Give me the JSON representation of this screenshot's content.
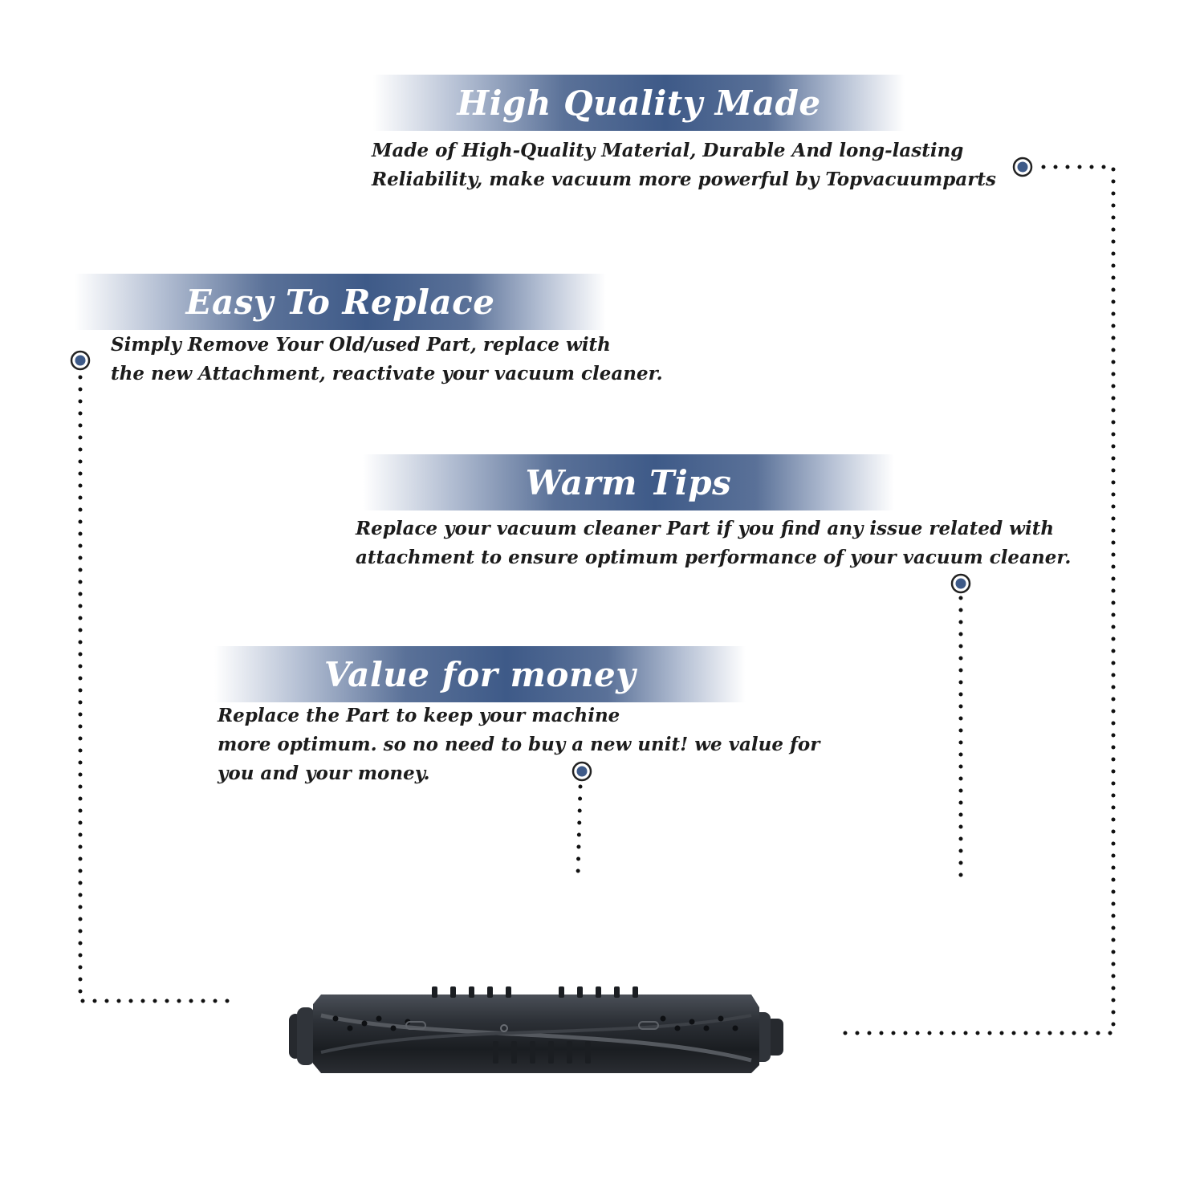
{
  "sections": [
    {
      "title": "High Quality Made",
      "lines": [
        "Made of  High-Quality Material, Durable And long-lasting",
        "Reliability, make vacuum more powerful by Topvacuumparts"
      ]
    },
    {
      "title": "Easy To Replace",
      "lines": [
        "Simply Remove Your Old/used Part, replace with",
        "the new Attachment, reactivate your vacuum cleaner."
      ]
    },
    {
      "title": "Warm Tips",
      "lines": [
        "Replace your vacuum cleaner Part if you find any issue related with",
        " attachment to ensure optimum performance of your vacuum cleaner."
      ]
    },
    {
      "title": "Value for money",
      "lines": [
        "Replace the Part to keep your machine",
        "more optimum. so no need to buy a new unit! we value for",
        "you and your money."
      ]
    }
  ],
  "colors": {
    "accent": "#3e5a88",
    "text": "#1c1c1c",
    "dots": "#111111"
  },
  "icons": {
    "marker": "target-dot-icon",
    "product": "brush-roller-image"
  }
}
